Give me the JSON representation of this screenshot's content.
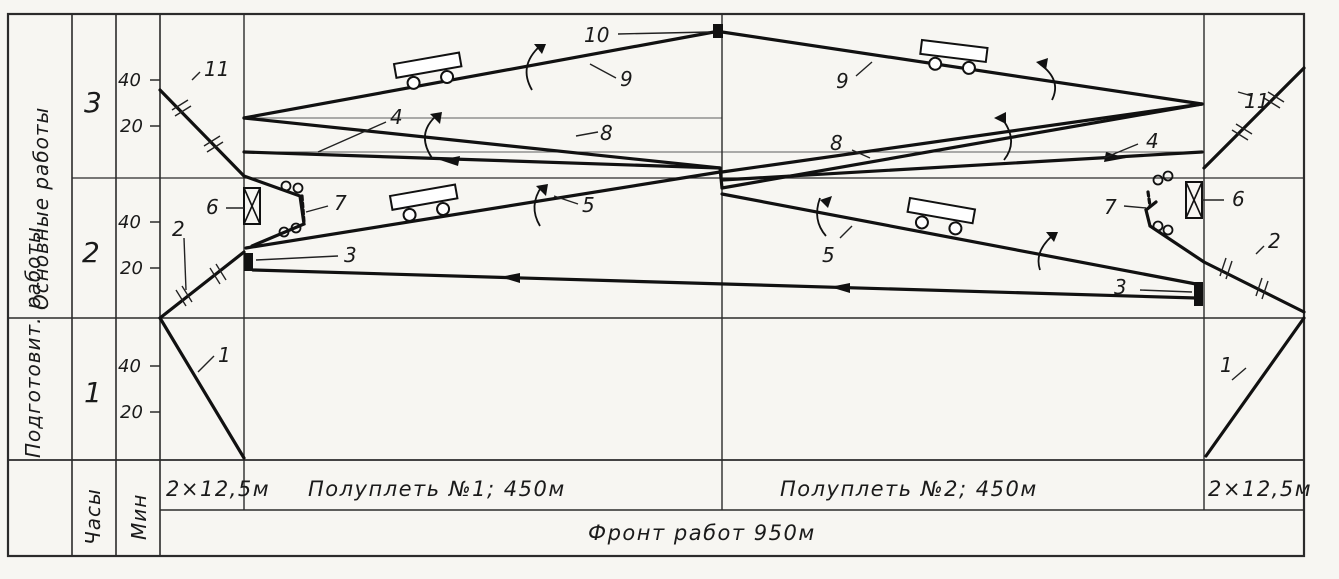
{
  "diagram": {
    "phases": [
      {
        "number": "3",
        "label": "Основные работы",
        "ticks": [
          "40",
          "20"
        ]
      },
      {
        "number": "2",
        "label": "",
        "ticks": [
          "40",
          "20"
        ]
      },
      {
        "number": "1",
        "label": "Подготовит. работы",
        "ticks": [
          "40",
          "20"
        ]
      }
    ],
    "bottom": {
      "hours_label": "Часы",
      "minutes_label": "Мин",
      "left_width": "2×12,5м",
      "right_width": "2×12,5м",
      "half1": "Полуплеть №1; 450м",
      "half2": "Полуплеть №2; 450м",
      "front": "Фронт работ 950м"
    },
    "callouts": {
      "left": [
        "1",
        "2",
        "3",
        "4",
        "5",
        "6",
        "7",
        "8",
        "9",
        "10",
        "11"
      ],
      "right": [
        "1",
        "2",
        "3",
        "4",
        "5",
        "6",
        "7",
        "8",
        "9",
        "11"
      ]
    }
  }
}
